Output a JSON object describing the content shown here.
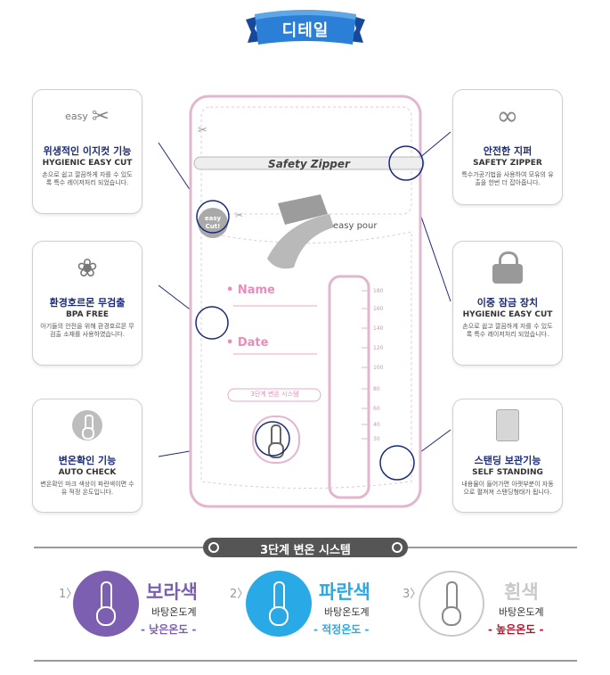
{
  "banner": {
    "title": "디테일"
  },
  "cards": {
    "easycut": {
      "title_ko": "위생적인 이지컷 기능",
      "title_en": "HYGIENIC EASY CUT",
      "desc": "손으로 쉽고 깔끔하게 자를 수 있도록 특수 레이저처리 되었습니다.",
      "icon_text": "easy"
    },
    "bpa": {
      "title_ko": "환경호르몬 무검출",
      "title_en": "BPA FREE",
      "desc": "아기들의 안전을 위해 환경호르몬 무검출 소재를 사용하였습니다."
    },
    "autocheck": {
      "title_ko": "변온확인 기능",
      "title_en": "AUTO CHECK",
      "desc": "변온확인 마크 색상이 파란색이면 수유 적정 온도입니다."
    },
    "zipper": {
      "title_ko": "안전한 지퍼",
      "title_en": "SAFETY ZIPPER",
      "desc": "특수가공기법을 사용하여 모유의 유출을 한번 더 잡아줍니다."
    },
    "lock": {
      "title_ko": "이중 잠금 장치",
      "title_en": "HYGIENIC EASY CUT",
      "desc": "손으로 쉽고 깔끔하게 자를 수 있도록 특수 레이저처리 되었습니다."
    },
    "standing": {
      "title_ko": "스탠딩 보관기능",
      "title_en": "SELF STANDING",
      "desc": "내용물이 들어가면 아랫부분이 자동으로 펼쳐져 스탠딩형태가 됩니다."
    }
  },
  "bag": {
    "zipper_label": "Safety Zipper",
    "easy_cut": "easy\nCut!",
    "easy_pour": "easy pour",
    "name_label": "• Name",
    "date_label": "• Date",
    "stage_label": "3단계 변온 시스템",
    "scale": [
      "180",
      "160",
      "140",
      "120",
      "100",
      "80",
      "60",
      "40",
      "30"
    ]
  },
  "system": {
    "title": "3단계 변온 시스템",
    "items": [
      {
        "num": "1〉",
        "name": "보라색",
        "sub": "바탕온도계",
        "tag": "- 낮은온도 -",
        "color": "#7c5fb0",
        "tag_color": "#7c5fb0"
      },
      {
        "num": "2〉",
        "name": "파란색",
        "sub": "바탕온도계",
        "tag": "- 적정온도 -",
        "color": "#29a9e6",
        "tag_color": "#29a9e6"
      },
      {
        "num": "3〉",
        "name": "흰색",
        "sub": "바탕온도계",
        "tag": "- 높은온도 -",
        "color": "#c9c9c9",
        "tag_color": "#b0162b"
      }
    ]
  },
  "colors": {
    "accent_pink": "#e88dbb",
    "navy": "#1a2a7a",
    "banner_blue": "#1f6fc5"
  }
}
